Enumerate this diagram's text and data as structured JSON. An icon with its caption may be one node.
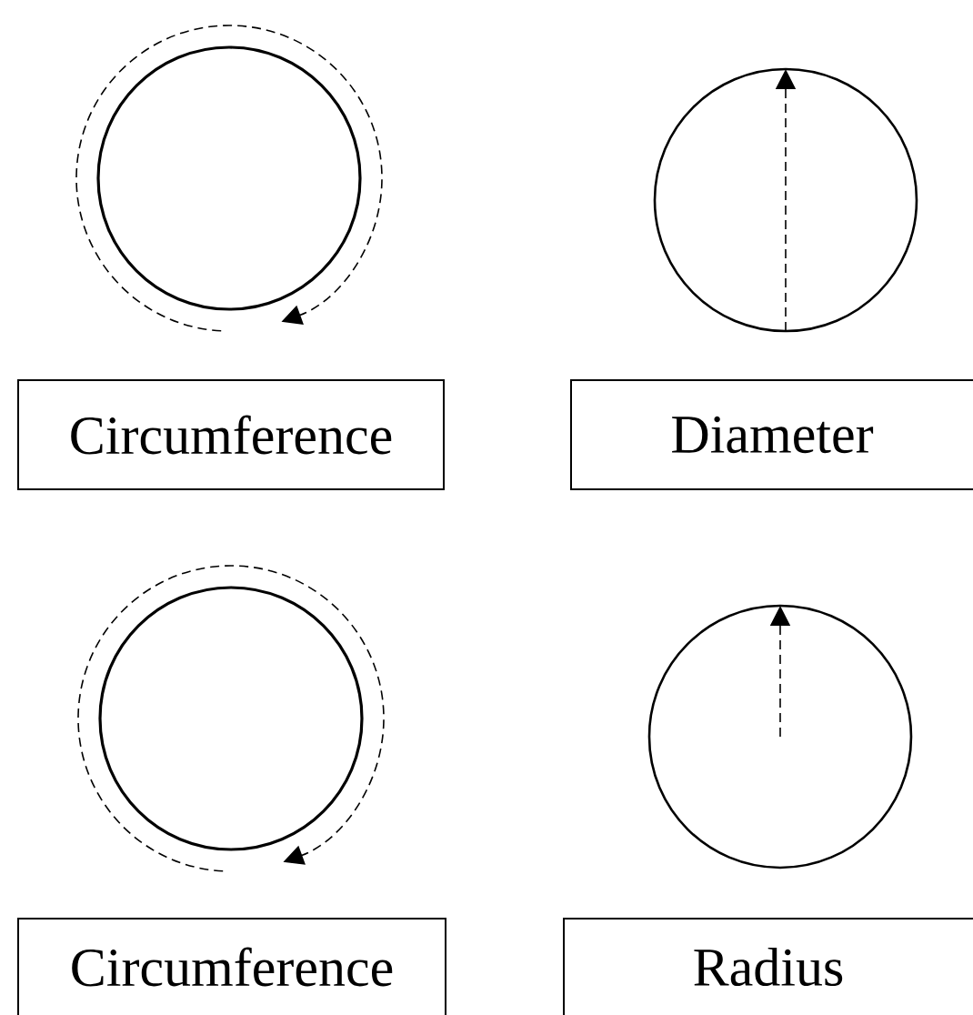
{
  "diagram": {
    "nodes": [
      {
        "text": [
          "Circumference"
        ]
      },
      {
        "text": [
          "Diameter"
        ]
      },
      {
        "text": [
          "Circumference"
        ]
      },
      {
        "text": [
          "Radius"
        ]
      }
    ]
  }
}
